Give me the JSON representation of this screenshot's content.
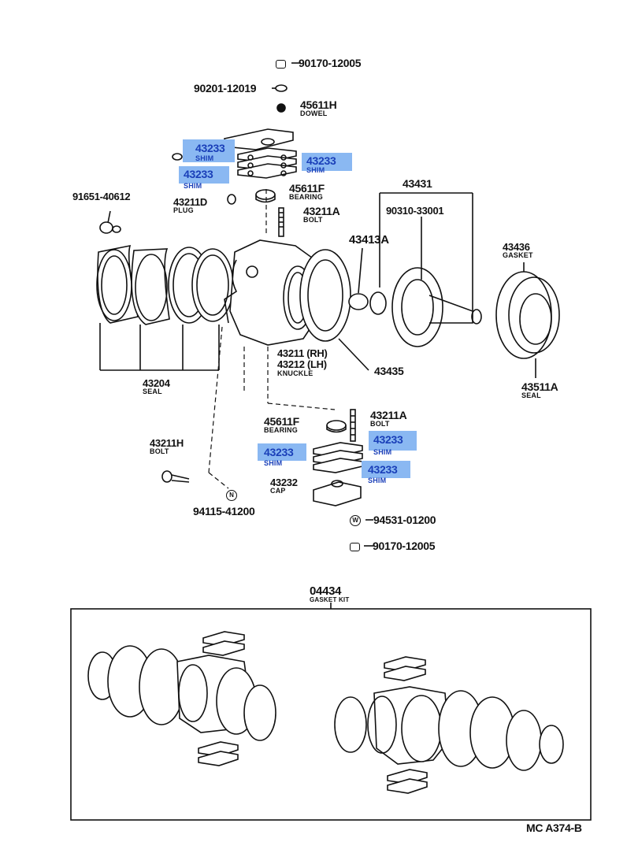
{
  "parts": {
    "nut_top": {
      "number": "90170-12005"
    },
    "pin_top": {
      "number": "90201-12019"
    },
    "dowel": {
      "number": "45611H",
      "name": "DOWEL"
    },
    "shim_ul": {
      "number": "43233",
      "name": "SHIM"
    },
    "shim_ur": {
      "number": "43233",
      "name": "SHIM"
    },
    "shim_ml": {
      "number": "43233",
      "name": "SHIM"
    },
    "bearing_top": {
      "number": "45611F",
      "name": "BEARING"
    },
    "plug": {
      "number": "43211D",
      "name": "PLUG"
    },
    "bolt_top": {
      "number": "43211A",
      "name": "BOLT"
    },
    "plug_left": {
      "number": "91651-40612"
    },
    "spindle": {
      "number": "43431"
    },
    "spindle_bolt": {
      "number": "90310-33001"
    },
    "knuckle_arm": {
      "number": "43413A"
    },
    "gasket_right": {
      "number": "43436",
      "name": "GASKET"
    },
    "knuckle": {
      "number_rh": "43211 (RH)",
      "number_lh": "43212 (LH)",
      "name": "KNUCKLE"
    },
    "gasket_mid": {
      "number": "43435"
    },
    "seal_right": {
      "number": "43511A",
      "name": "SEAL"
    },
    "seal_left": {
      "number": "43204",
      "name": "SEAL"
    },
    "bearing_bottom": {
      "number": "45611F",
      "name": "BEARING"
    },
    "bolt_bottom": {
      "number": "43211A",
      "name": "BOLT"
    },
    "shim_lr": {
      "number": "43233",
      "name": "SHIM"
    },
    "shim_ll": {
      "number": "43233",
      "name": "SHIM"
    },
    "shim_lr2": {
      "number": "43233",
      "name": "SHIM"
    },
    "cap": {
      "number": "43232",
      "name": "CAP"
    },
    "bolt_h": {
      "number": "43211H",
      "name": "BOLT"
    },
    "nut_n": {
      "number": "94115-41200",
      "symbol": "N"
    },
    "washer_w": {
      "number": "94531-01200",
      "symbol": "W"
    },
    "nut_bottom": {
      "number": "90170-12005"
    },
    "gasket_kit": {
      "number": "04434",
      "name": "GASKET KIT"
    }
  },
  "footer_code": "MC A374-B",
  "colors": {
    "highlight": "#8ab8f2",
    "highlight_text": "#1a3fb8",
    "ink": "#111111"
  }
}
